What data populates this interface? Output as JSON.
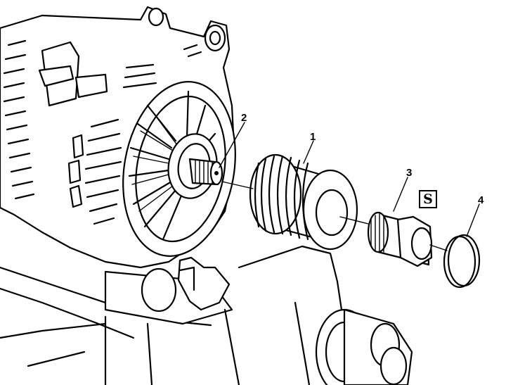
{
  "labels": [
    {
      "id": "1",
      "text": "1"
    },
    {
      "id": "2",
      "text": "2"
    },
    {
      "id": "3",
      "text": "3"
    },
    {
      "id": "4",
      "text": "4"
    }
  ],
  "tool_symbol": {
    "icon": "torque-wrench-icon",
    "glyph": "S"
  },
  "colors": {
    "line": "#000000",
    "background": "#ffffff"
  }
}
